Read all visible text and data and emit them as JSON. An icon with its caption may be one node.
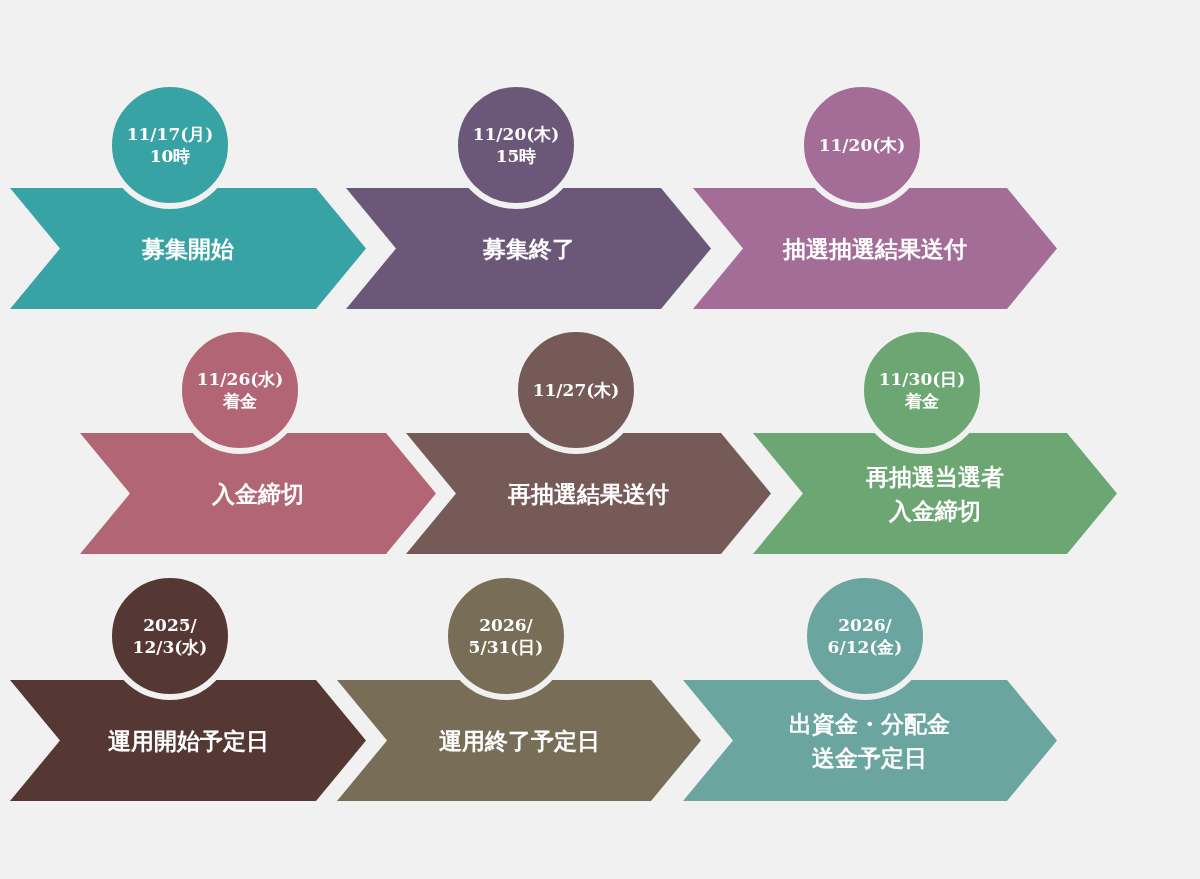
{
  "diagram": {
    "nodes": [
      {
        "text": [
          "11/17(月) 10時"
        ]
      },
      {
        "text": [
          "募集開始"
        ]
      },
      {
        "text": [
          "11/20(木) 15時"
        ]
      },
      {
        "text": [
          "募集終了"
        ]
      },
      {
        "text": [
          "11/20(木)"
        ]
      },
      {
        "text": [
          "抽選抽選結果送付"
        ]
      },
      {
        "text": [
          "11/26(水) 着金"
        ]
      },
      {
        "text": [
          "入金締切"
        ]
      },
      {
        "text": [
          "11/27(木)"
        ]
      },
      {
        "text": [
          "再抽選結果送付"
        ]
      },
      {
        "text": [
          "11/30(日) 着金"
        ]
      },
      {
        "text": [
          "再抽選当選者入金締切"
        ]
      },
      {
        "text": [
          "2025/ 12/3(水)"
        ]
      },
      {
        "text": [
          "運用開始予定日"
        ]
      },
      {
        "text": [
          "2026/ 5/31(日)"
        ]
      },
      {
        "text": [
          "運用終了予定日"
        ]
      },
      {
        "text": [
          "2026/ 6/12(金)"
        ]
      },
      {
        "text": [
          "出資金・分配金送金予定日"
        ]
      }
    ]
  }
}
